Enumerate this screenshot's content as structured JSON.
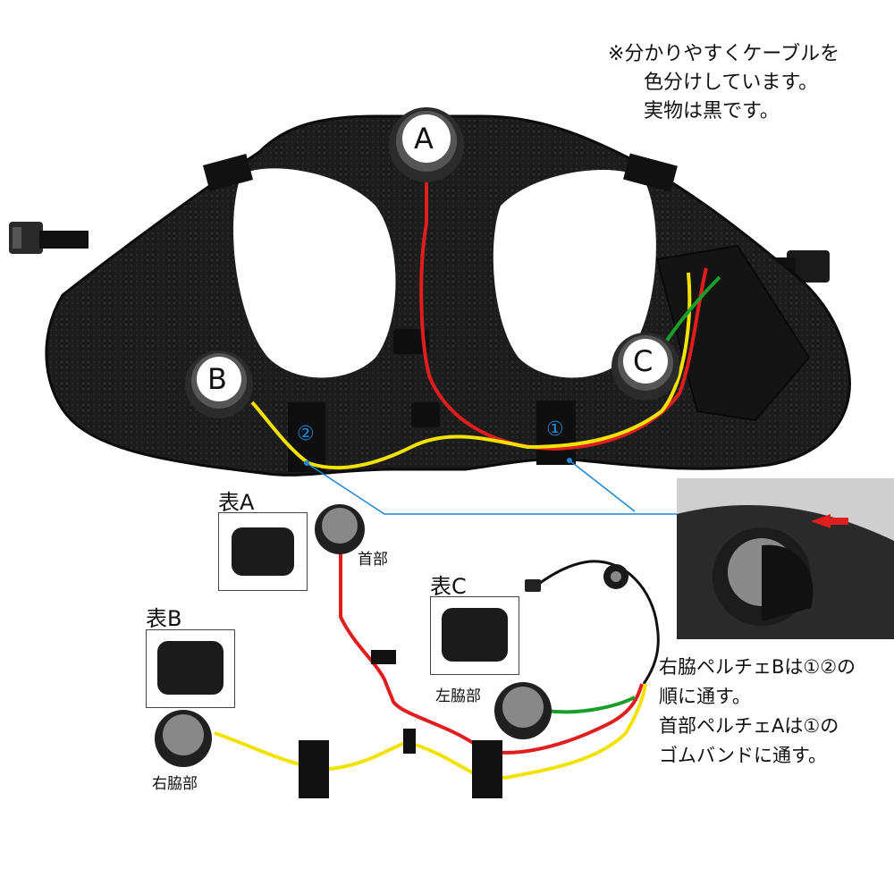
{
  "note": {
    "line1": "※分かりやすくケーブルを",
    "line2": "色分けしています。",
    "line3": "実物は黒です。"
  },
  "vest": {
    "marker_a": "A",
    "marker_b": "B",
    "marker_c": "C",
    "loop_1": "①",
    "loop_2": "②"
  },
  "captions": {
    "front_a": "表A",
    "front_b": "表B",
    "front_c": "表C",
    "neck": "首部",
    "right_side": "右脇部",
    "left_side": "左脇部"
  },
  "instructions": {
    "line1": "右脇ペルチェBは①②の",
    "line2": "順に通す。",
    "line3": "首部ペルチェAは①の",
    "line4": "ゴムバンドに通す。"
  },
  "colors": {
    "red_cable": "#e01e1e",
    "yellow_cable": "#f2e200",
    "green_cable": "#1a9e2a",
    "callout_line": "#1e88d2"
  }
}
